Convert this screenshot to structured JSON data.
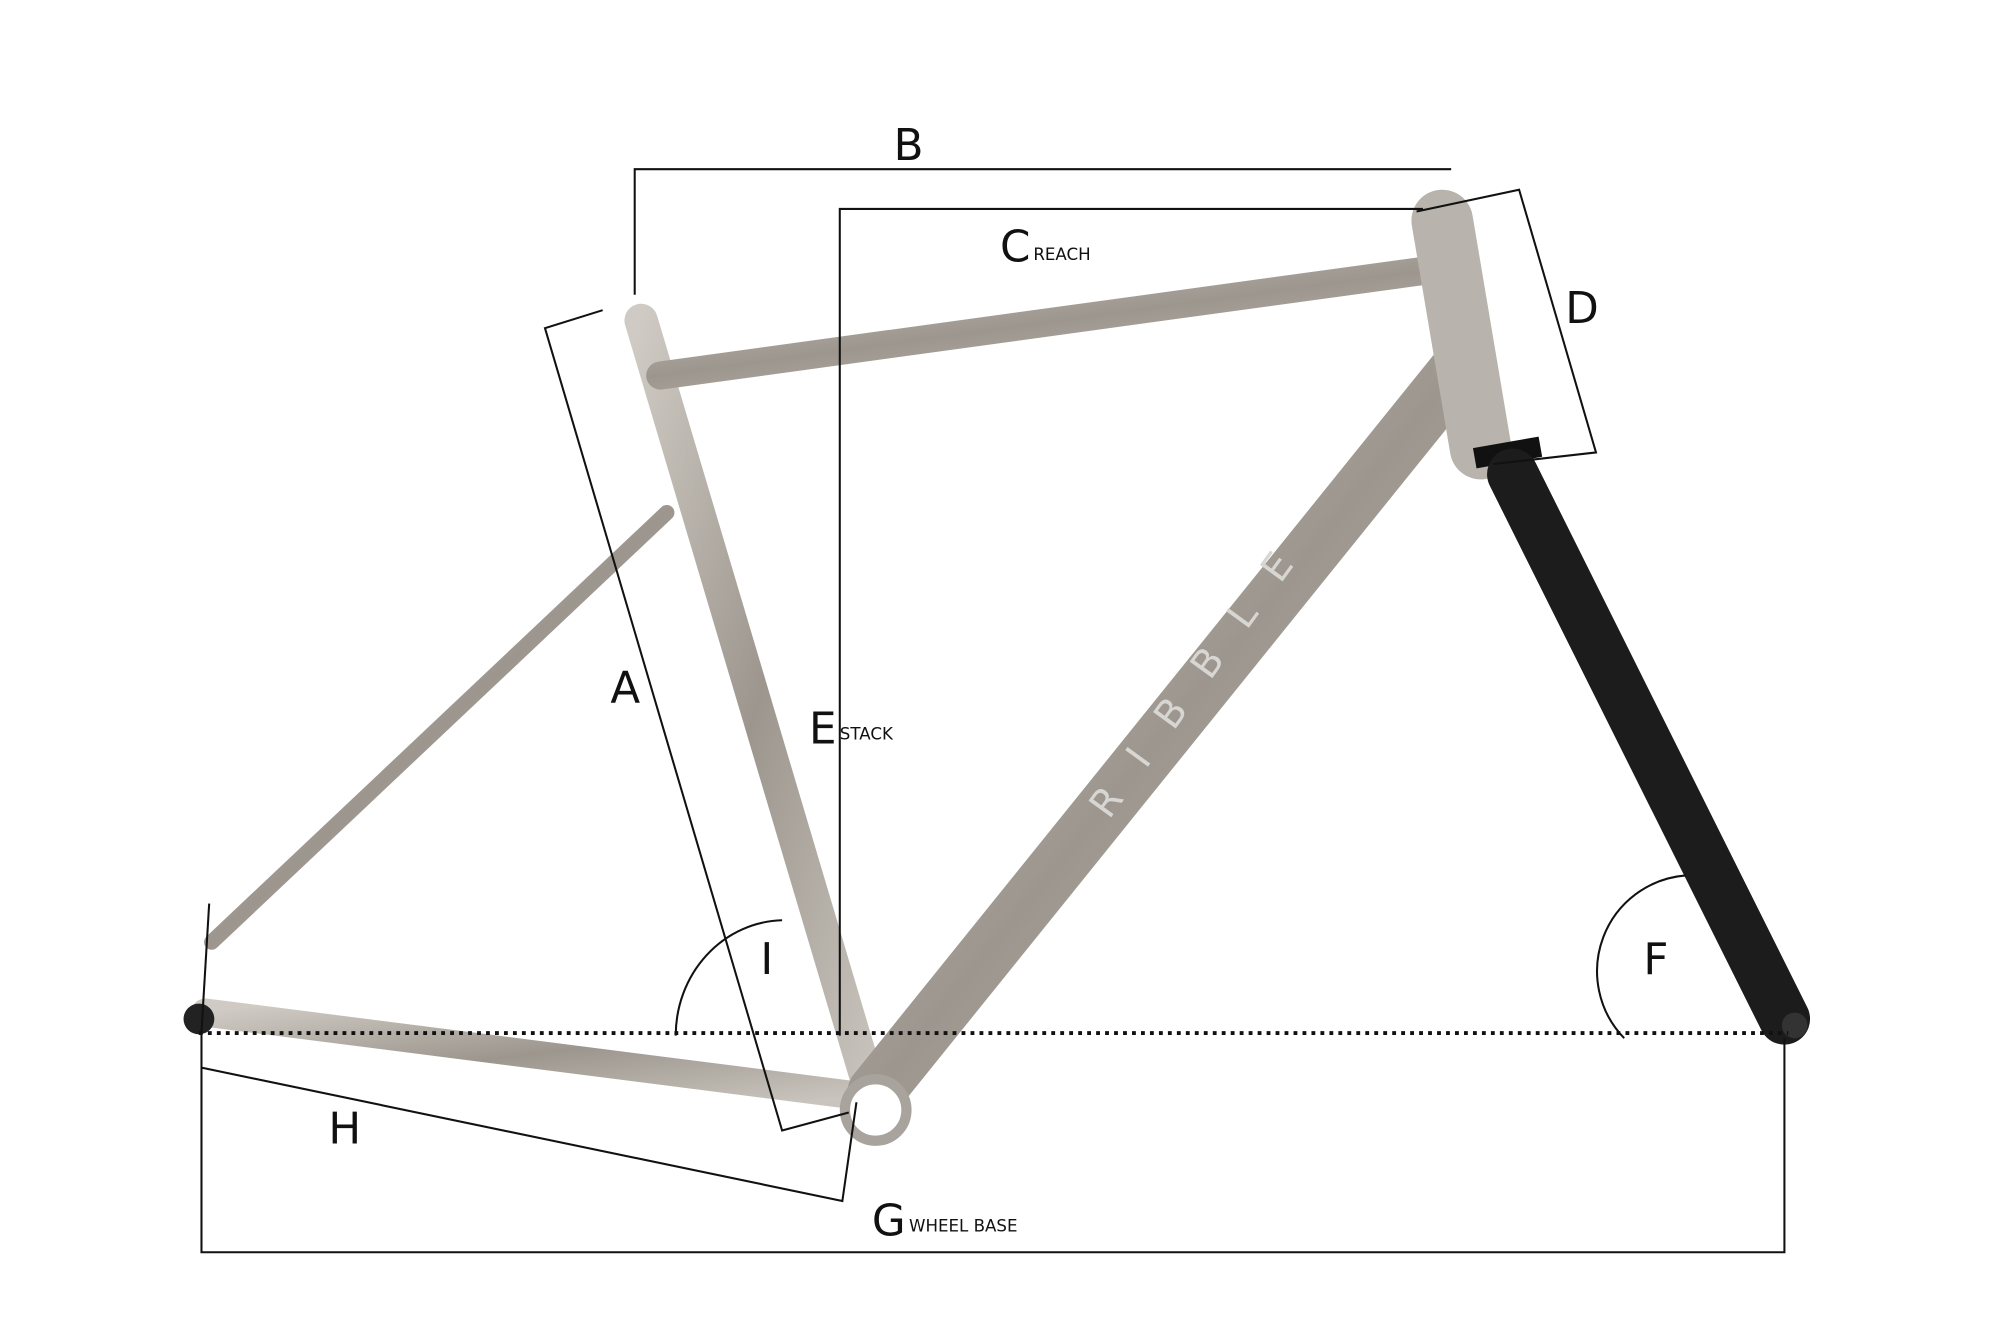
{
  "labels": {
    "a": "A",
    "b": "B",
    "c": "C",
    "c_sub": "REACH",
    "d": "D",
    "e": "E",
    "e_sub": "STACK",
    "f": "F",
    "g": "G",
    "g_sub": "WHEEL BASE",
    "h": "H",
    "i": "I"
  },
  "frame": {
    "downtube_logo": "RIBBLE",
    "tube_color": "#a8a39c",
    "fork_color": "#1c1c1c"
  }
}
